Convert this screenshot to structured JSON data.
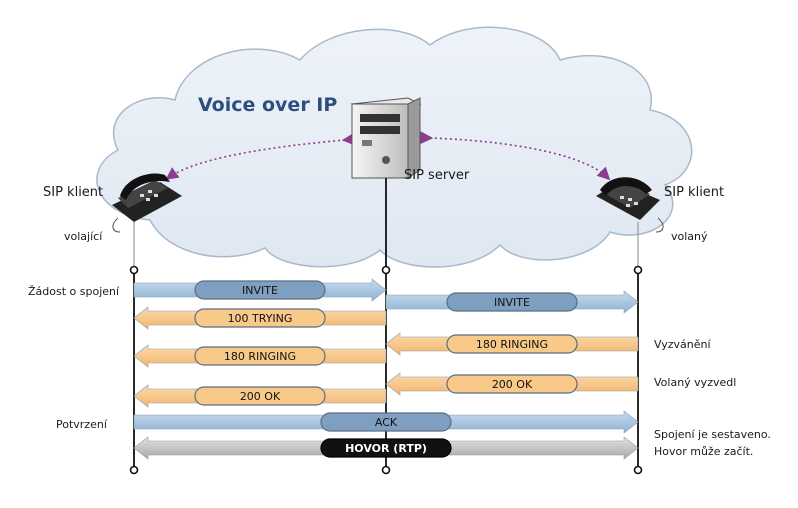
{
  "title": "Voice over IP",
  "nodes": {
    "caller": {
      "label": "SIP klient",
      "role": "volající"
    },
    "server": {
      "label": "SIP server"
    },
    "callee": {
      "label": "SIP klient",
      "role": "volaný"
    }
  },
  "left_notes": {
    "request": "Žádost o spojení",
    "confirm": "Potvrzení"
  },
  "right_notes": {
    "ringing": "Vyzvánění",
    "answered": "Volaný vyzvedl",
    "established_1": "Spojení je sestaveno.",
    "established_2": "Hovor může začít."
  },
  "messages": [
    {
      "label": "INVITE",
      "from": "caller",
      "to": "server",
      "kind": "request"
    },
    {
      "label": "INVITE",
      "from": "server",
      "to": "callee",
      "kind": "request"
    },
    {
      "label": "100 TRYING",
      "from": "server",
      "to": "caller",
      "kind": "response"
    },
    {
      "label": "180 RINGING",
      "from": "callee",
      "to": "server",
      "kind": "response"
    },
    {
      "label": "180 RINGING",
      "from": "server",
      "to": "caller",
      "kind": "response"
    },
    {
      "label": "200 OK",
      "from": "callee",
      "to": "server",
      "kind": "response"
    },
    {
      "label": "200 OK",
      "from": "server",
      "to": "caller",
      "kind": "response"
    },
    {
      "label": "ACK",
      "from": "caller",
      "to": "callee",
      "kind": "request"
    },
    {
      "label": "HOVOR (RTP)",
      "from": "caller",
      "to": "callee",
      "kind": "media"
    }
  ],
  "colors": {
    "title": "#2d4f7f",
    "request_arrow": "#a9c6df",
    "request_pill": "#7f9fc0",
    "response_arrow": "#f7c98a",
    "response_pill": "#f9c98a",
    "media_arrow": "#c8c8c8",
    "media_pill": "#111111",
    "cloud": "#e6edf6",
    "signaling_link": "#8a3d8e"
  }
}
